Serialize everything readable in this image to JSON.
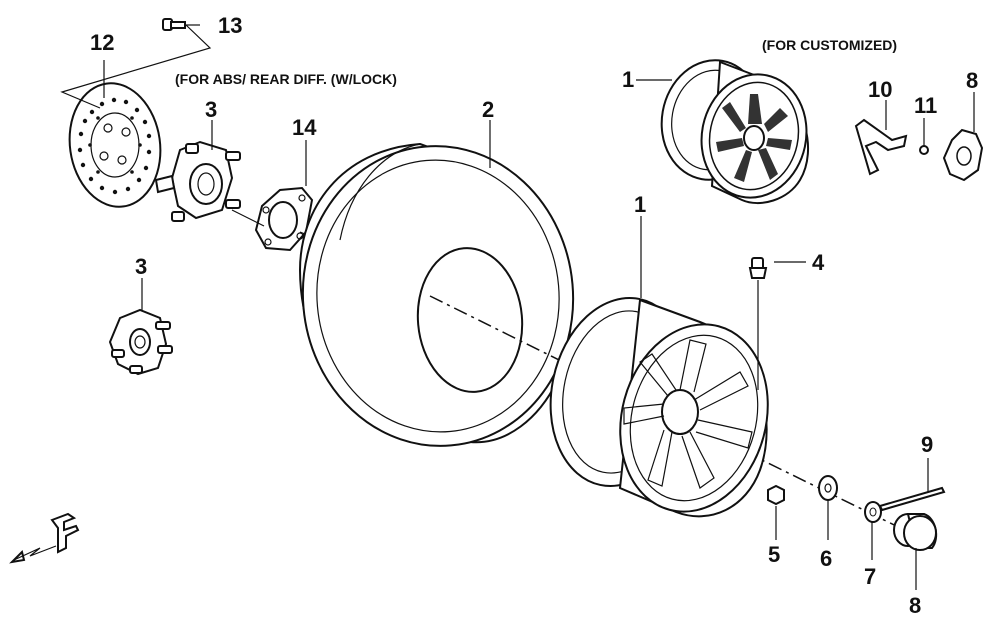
{
  "notes": {
    "abs": "(FOR ABS/ REAR DIFF. (W/LOCK)",
    "custom": "(FOR CUSTOMIZED)"
  },
  "callouts": {
    "c1a": "1",
    "c1b": "1",
    "c2": "2",
    "c3a": "3",
    "c3b": "3",
    "c4": "4",
    "c5": "5",
    "c6": "6",
    "c7": "7",
    "c8a": "8",
    "c8b": "8",
    "c9": "9",
    "c10": "10",
    "c11": "11",
    "c12": "12",
    "c13": "13",
    "c14": "14"
  },
  "orientation_icon": "front-direction-arrow-icon"
}
